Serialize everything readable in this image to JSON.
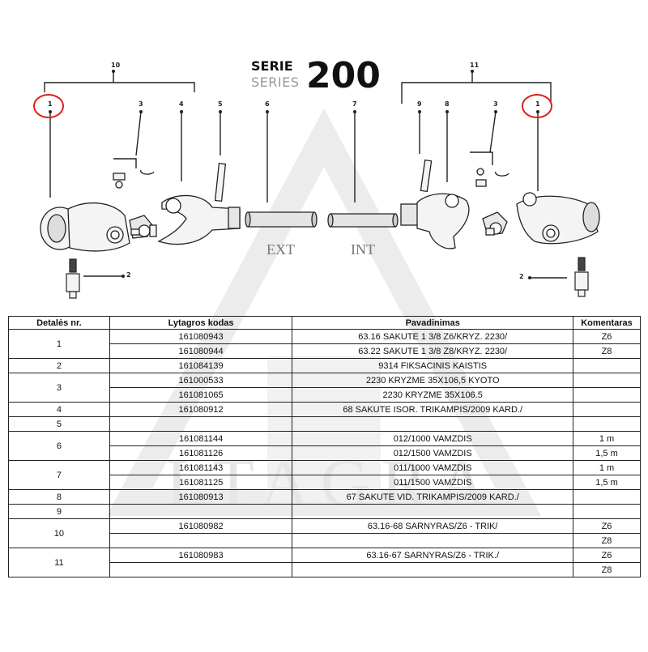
{
  "header": {
    "serie": "SERIE",
    "series": "SERIES",
    "number": "200"
  },
  "diagram": {
    "callouts": [
      "10",
      "1",
      "3",
      "4",
      "5",
      "6",
      "7",
      "9",
      "8",
      "3",
      "1",
      "11",
      "2",
      "2"
    ],
    "tube_labels": {
      "ext": "EXT",
      "int": "INT"
    },
    "highlight_color": "#e02020"
  },
  "watermark": {
    "text": "LTAGRA"
  },
  "table": {
    "headers": [
      "Detalės nr.",
      "Lytagros kodas",
      "Pavadinimas",
      "Komentaras"
    ],
    "groups": [
      {
        "nr": "1",
        "rows": [
          {
            "code": "161080943",
            "name": "63.16 SAKUTE 1 3/8 Z6/KRYZ. 2230/",
            "comment": "Z6"
          },
          {
            "code": "161080944",
            "name": "63.22 SAKUTE 1 3/8  Z8/KRYZ. 2230/",
            "comment": "Z8"
          }
        ]
      },
      {
        "nr": "2",
        "rows": [
          {
            "code": "161084139",
            "name": "9314 FIKSACINIS KAISTIS",
            "comment": ""
          }
        ]
      },
      {
        "nr": "3",
        "rows": [
          {
            "code": "161000533",
            "name": "2230 KRYZME 35X106,5 KYOTO",
            "comment": ""
          },
          {
            "code": "161081065",
            "name": "2230 KRYZME 35X106.5",
            "comment": ""
          }
        ]
      },
      {
        "nr": "4",
        "rows": [
          {
            "code": "161080912",
            "name": "68 SAKUTE ISOR. TRIKAMPIS/2009 KARD./",
            "comment": ""
          }
        ]
      },
      {
        "nr": "5",
        "rows": [
          {
            "code": "",
            "name": "",
            "comment": ""
          }
        ]
      },
      {
        "nr": "6",
        "rows": [
          {
            "code": "161081144",
            "name": "012/1000 VAMZDIS",
            "comment": "1 m"
          },
          {
            "code": "161081126",
            "name": "012/1500 VAMZDIS",
            "comment": "1,5 m"
          }
        ]
      },
      {
        "nr": "7",
        "rows": [
          {
            "code": "161081143",
            "name": "011/1000 VAMZDIS",
            "comment": "1 m"
          },
          {
            "code": "161081125",
            "name": "011/1500 VAMZDIS",
            "comment": "1,5 m"
          }
        ]
      },
      {
        "nr": "8",
        "rows": [
          {
            "code": "161080913",
            "name": "67 SAKUTE VID. TRIKAMPIS/2009 KARD./",
            "comment": ""
          }
        ]
      },
      {
        "nr": "9",
        "rows": [
          {
            "code": "",
            "name": "",
            "comment": ""
          }
        ]
      },
      {
        "nr": "10",
        "rows": [
          {
            "code": "161080982",
            "name": "63.16-68 SARNYRAS/Z6 - TRIK/",
            "comment": "Z6"
          },
          {
            "code": "",
            "name": "",
            "comment": "Z8"
          }
        ]
      },
      {
        "nr": "11",
        "rows": [
          {
            "code": "161080983",
            "name": "63.16-67 SARNYRAS/Z6 - TRIK./",
            "comment": "Z6"
          },
          {
            "code": "",
            "name": "",
            "comment": "Z8"
          }
        ]
      }
    ]
  }
}
